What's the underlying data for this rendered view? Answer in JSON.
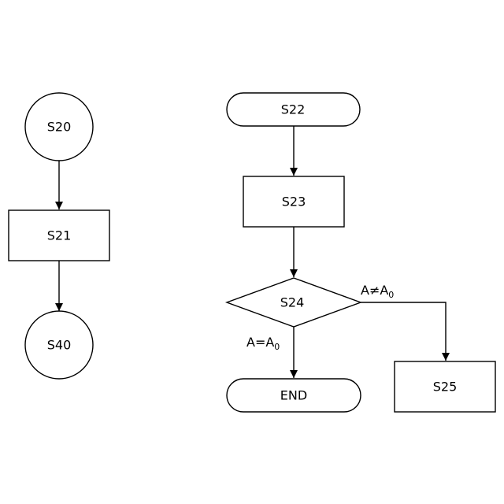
{
  "left_flow": {
    "start": "S20",
    "step": "S21",
    "end": "S40"
  },
  "right_flow": {
    "start": "S22",
    "step": "S23",
    "decision": "S24",
    "terminal": "END",
    "branch_step": "S25"
  },
  "conditions": {
    "equal": {
      "base": "A=A",
      "sub": "0"
    },
    "not_equal": {
      "base": "A≠A",
      "sub": "0"
    }
  },
  "colors": {
    "stroke": "#000000",
    "fill": "#ffffff"
  }
}
